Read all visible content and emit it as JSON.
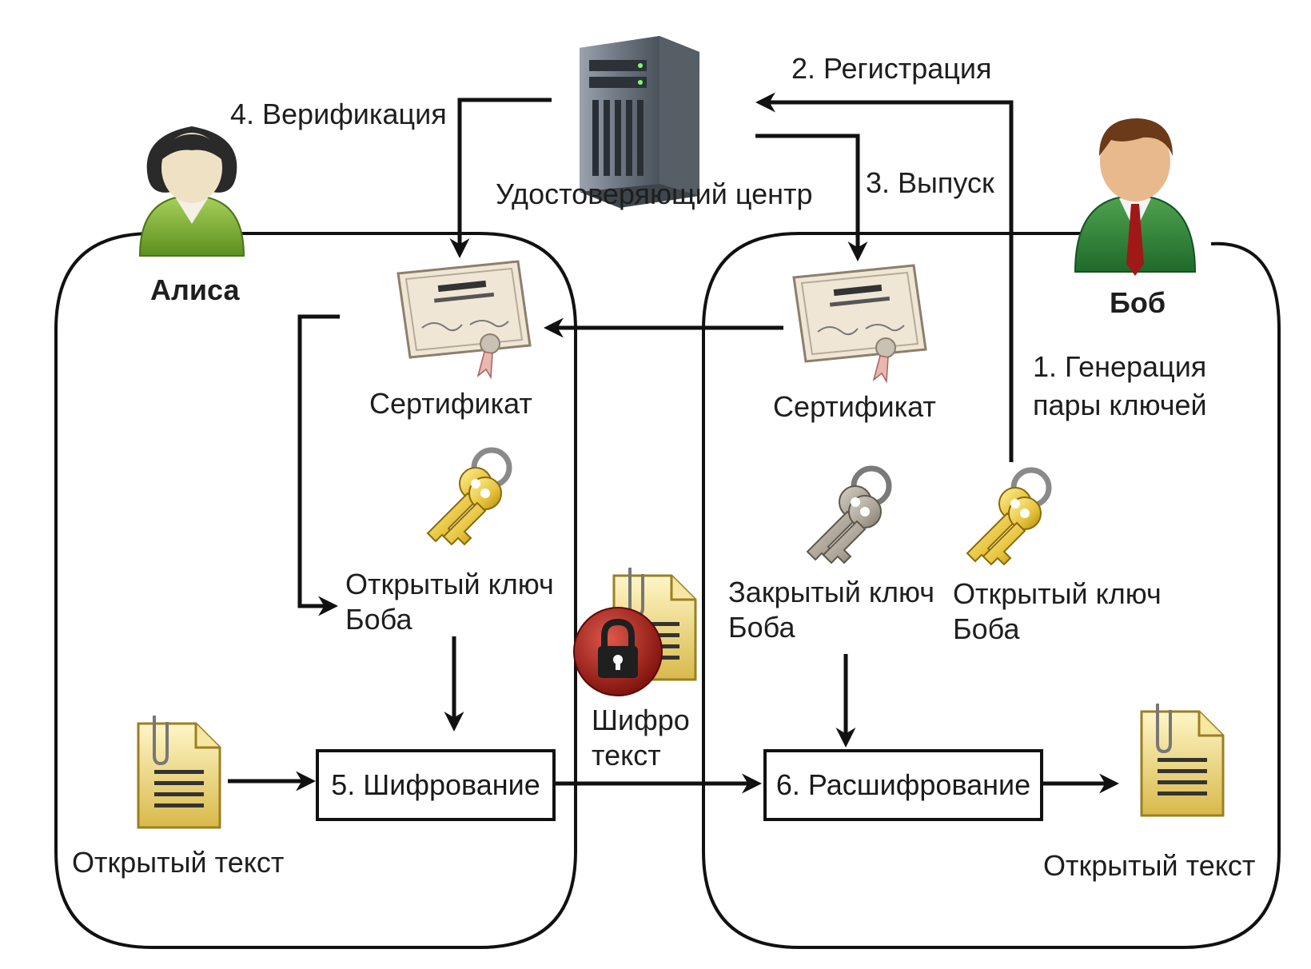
{
  "ca": {
    "label": "Удостоверяющий центр"
  },
  "alice": {
    "name": "Алиса"
  },
  "bob": {
    "name": "Боб"
  },
  "steps": {
    "s1_line1": "1. Генерация",
    "s1_line2": "пары ключей",
    "s2": "2. Регистрация",
    "s3": "3. Выпуск",
    "s4": "4. Верификация",
    "s5": "5. Шифрование",
    "s6": "6. Расшифрование"
  },
  "alice_side": {
    "certificate": "Сертификат",
    "public_key_line1": "Открытый ключ",
    "public_key_line2": "Боба",
    "plaintext": "Открытый текст"
  },
  "bob_side": {
    "certificate": "Сертификат",
    "private_key_line1": "Закрытый ключ",
    "private_key_line2": "Боба",
    "public_key_line1": "Открытый ключ",
    "public_key_line2": "Боба",
    "plaintext": "Открытый текст"
  },
  "ciphertext": {
    "line1": "Шифро",
    "line2": "текст"
  },
  "icons": {
    "ca": "server-icon",
    "alice": "user-female-icon",
    "bob": "user-male-icon",
    "certificate": "certificate-icon",
    "public_key": "gold-keys-icon",
    "private_key": "gray-keys-icon",
    "document": "document-icon",
    "lock": "lock-icon"
  }
}
